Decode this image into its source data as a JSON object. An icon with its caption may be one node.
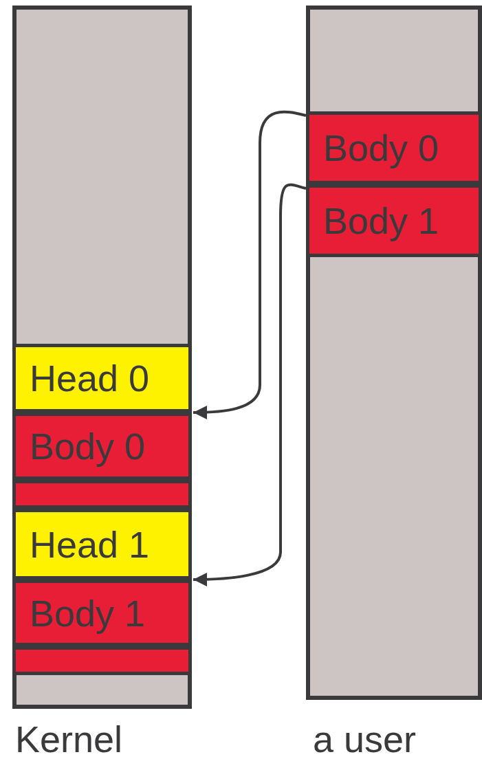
{
  "diagram": {
    "nodes": [
      {
        "text": [
          "Kernel"
        ]
      },
      {
        "text": [
          "Head 0"
        ],
        "in": 0
      },
      {
        "text": [
          "Body 0"
        ],
        "in": 0
      },
      {
        "text": [],
        "shape": "bar",
        "in": 0
      },
      {
        "text": [
          "Head 1"
        ],
        "in": 0
      },
      {
        "text": [
          "Body 1"
        ],
        "in": 0
      },
      {
        "text": [],
        "shape": "bar",
        "in": 0
      },
      {
        "text": [
          "a user"
        ]
      },
      {
        "text": [
          "Body 0"
        ],
        "in": 7
      },
      {
        "text": [
          "Body 1"
        ],
        "in": 7
      }
    ],
    "edges": [
      {
        "from": 8,
        "to": 2,
        "arrow": "to"
      },
      {
        "from": 9,
        "to": 5,
        "arrow": "to"
      }
    ]
  }
}
